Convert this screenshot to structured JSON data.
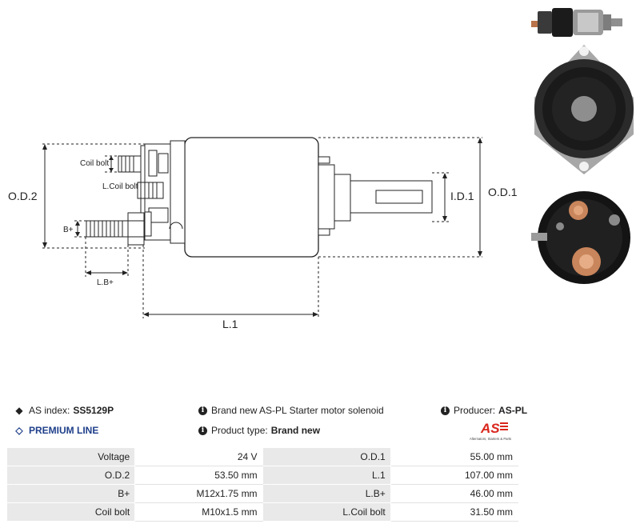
{
  "drawing": {
    "labels": {
      "od2": "O.D.2",
      "od1": "O.D.1",
      "id1": "I.D.1",
      "l1": "L.1",
      "bplus": "B+",
      "lbplus": "L.B+",
      "coil_bolt": "Coil bolt",
      "lcoil_bolt": "L.Coil bolt"
    }
  },
  "info": {
    "index_label": "AS index:",
    "index_value": "SS5129P",
    "premium": "PREMIUM LINE",
    "description": "Brand new AS-PL Starter motor solenoid",
    "product_type_label": "Product type:",
    "product_type_value": "Brand new",
    "producer_label": "Producer:",
    "producer_value": "AS-PL",
    "logo_text": "AS",
    "logo_tagline": "Alternators, Starters & Parts"
  },
  "specs": [
    {
      "label": "Voltage",
      "value": "24 V",
      "label2": "O.D.1",
      "value2": "55.00 mm"
    },
    {
      "label": "O.D.2",
      "value": "53.50 mm",
      "label2": "L.1",
      "value2": "107.00 mm"
    },
    {
      "label": "B+",
      "value": "M12x1.75 mm",
      "label2": "L.B+",
      "value2": "46.00 mm"
    },
    {
      "label": "Coil bolt",
      "value": "M10x1.5 mm",
      "label2": "L.Coil bolt",
      "value2": "31.50 mm"
    }
  ],
  "colors": {
    "premium": "#1f3f8a",
    "logo_red": "#d9261c",
    "table_label_bg": "#e9e9e9"
  }
}
